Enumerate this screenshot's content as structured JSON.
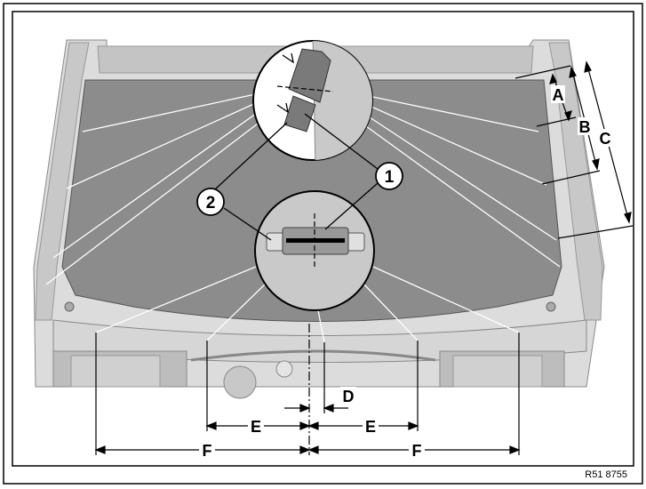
{
  "callouts": {
    "part_1": "1",
    "part_2": "2"
  },
  "dimensions": {
    "A": "A",
    "B": "B",
    "C": "C",
    "D": "D",
    "E": "E",
    "F": "F"
  },
  "reference_code": "R51 8755",
  "colors": {
    "panel_dark": "#8c8c8c",
    "panel_light": "#d2d2d2",
    "magnifier_fill": "#c9c9c9",
    "frame": "#000000"
  }
}
